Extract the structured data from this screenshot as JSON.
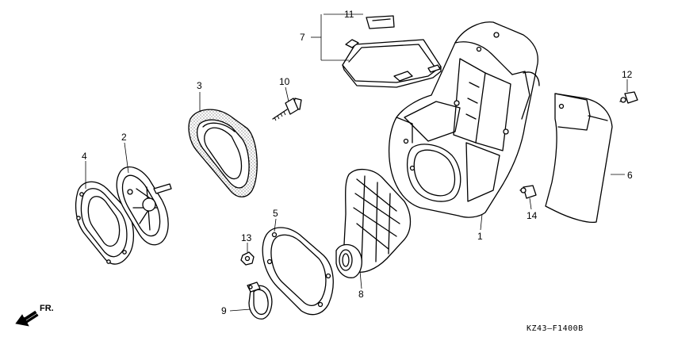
{
  "diagram": {
    "drawing_code": "KZ43—F1400B",
    "direction_label": "FR.",
    "callouts": {
      "c1": "1",
      "c2": "2",
      "c3": "3",
      "c4": "4",
      "c5": "5",
      "c6": "6",
      "c7": "7",
      "c8": "8",
      "c9": "9",
      "c10": "10",
      "c11": "11",
      "c12": "12",
      "c13": "13",
      "c14": "14"
    }
  }
}
